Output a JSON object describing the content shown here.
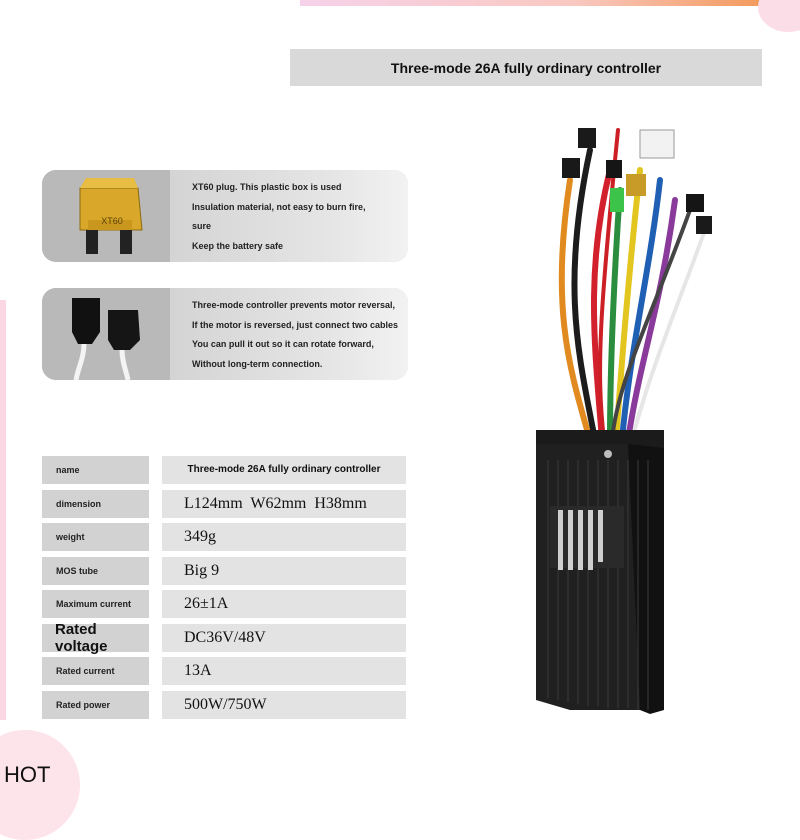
{
  "header": {
    "title": "Three-mode 26A fully ordinary controller"
  },
  "features": [
    {
      "icon": "xt60-plug-icon",
      "lines": [
        "XT60 plug. This plastic box is used",
        "Insulation material, not easy to burn fire,",
        "sure",
        "Keep the battery safe"
      ]
    },
    {
      "icon": "motor-connector-icon",
      "lines": [
        "Three-mode controller prevents motor reversal,",
        "If the motor is reversed, just connect two cables",
        "You can pull it out so it can rotate forward,",
        "Without long-term connection."
      ]
    }
  ],
  "plug_label": "XT60",
  "specs": [
    {
      "key": "name",
      "value": "Three-mode 26A fully ordinary controller"
    },
    {
      "key": "dimension",
      "value": "L124mm  W62mm  H38mm"
    },
    {
      "key": "weight",
      "value": "349g"
    },
    {
      "key": "MOS tube",
      "value": "Big 9"
    },
    {
      "key": "Maximum current",
      "value": "26±1A"
    },
    {
      "key": "Rated voltage",
      "value": "DC36V/48V"
    },
    {
      "key": "Rated current",
      "value": "13A"
    },
    {
      "key": "Rated power",
      "value": "500W/750W"
    }
  ],
  "badge": {
    "text": "HOT"
  },
  "colors": {
    "card_bg": "#cfcfcf",
    "spec_key_bg": "#d2d2d2",
    "spec_value_bg": "#e3e3e3",
    "header_bg": "#d9d9d9",
    "badge_bg": "#fde3ea"
  }
}
